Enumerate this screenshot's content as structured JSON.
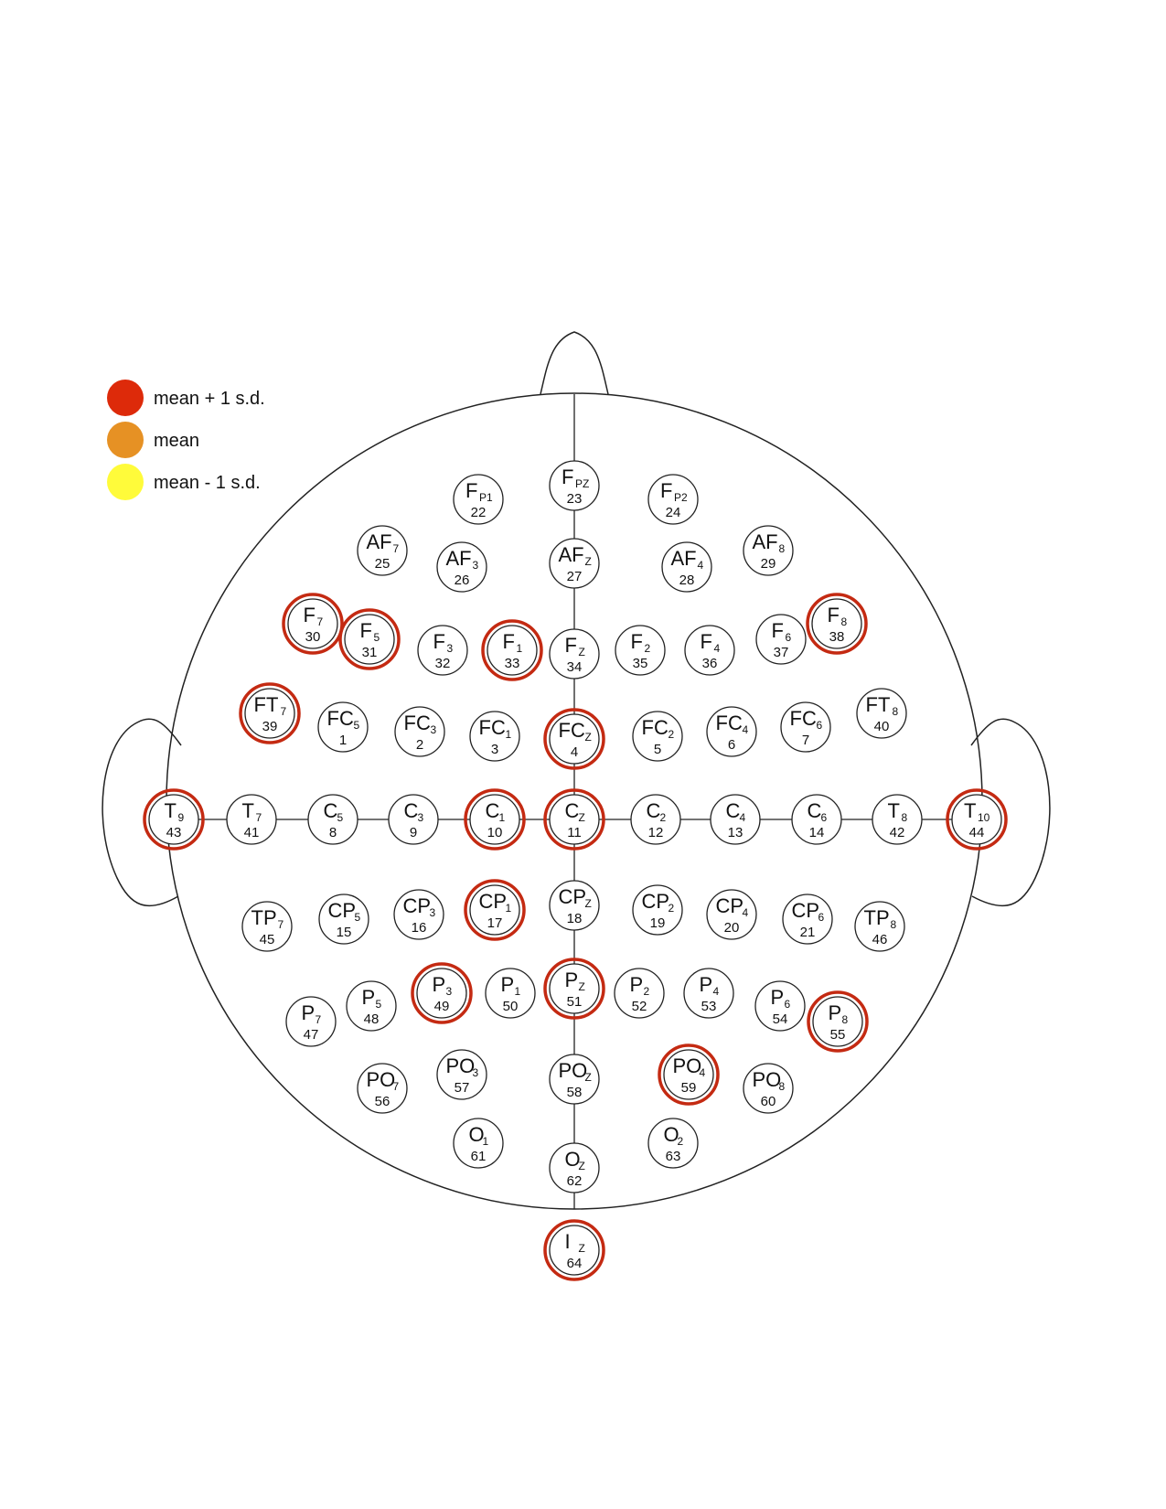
{
  "legend": {
    "items": [
      {
        "label": "mean + 1 s.d.",
        "color": "#dd2a0a"
      },
      {
        "label": "mean",
        "color": "#e69124"
      },
      {
        "label": "mean - 1 s.d.",
        "color": "#fffb3a"
      }
    ]
  },
  "highlight_color": "#c42a12",
  "electrodes": [
    {
      "base": "F",
      "sub": "P1",
      "num": "22",
      "highlighted": false
    },
    {
      "base": "F",
      "sub": "PZ",
      "num": "23",
      "highlighted": false
    },
    {
      "base": "F",
      "sub": "P2",
      "num": "24",
      "highlighted": false
    },
    {
      "base": "AF",
      "sub": "7",
      "num": "25",
      "highlighted": false
    },
    {
      "base": "AF",
      "sub": "3",
      "num": "26",
      "highlighted": false
    },
    {
      "base": "AF",
      "sub": "Z",
      "num": "27",
      "highlighted": false
    },
    {
      "base": "AF",
      "sub": "4",
      "num": "28",
      "highlighted": false
    },
    {
      "base": "AF",
      "sub": "8",
      "num": "29",
      "highlighted": false
    },
    {
      "base": "F",
      "sub": "7",
      "num": "30",
      "highlighted": true
    },
    {
      "base": "F",
      "sub": "5",
      "num": "31",
      "highlighted": true
    },
    {
      "base": "F",
      "sub": "3",
      "num": "32",
      "highlighted": false
    },
    {
      "base": "F",
      "sub": "1",
      "num": "33",
      "highlighted": true
    },
    {
      "base": "F",
      "sub": "Z",
      "num": "34",
      "highlighted": false
    },
    {
      "base": "F",
      "sub": "2",
      "num": "35",
      "highlighted": false
    },
    {
      "base": "F",
      "sub": "4",
      "num": "36",
      "highlighted": false
    },
    {
      "base": "F",
      "sub": "6",
      "num": "37",
      "highlighted": false
    },
    {
      "base": "F",
      "sub": "8",
      "num": "38",
      "highlighted": true
    },
    {
      "base": "FT",
      "sub": "7",
      "num": "39",
      "highlighted": true
    },
    {
      "base": "FC",
      "sub": "5",
      "num": "1",
      "highlighted": false
    },
    {
      "base": "FC",
      "sub": "3",
      "num": "2",
      "highlighted": false
    },
    {
      "base": "FC",
      "sub": "1",
      "num": "3",
      "highlighted": false
    },
    {
      "base": "FC",
      "sub": "Z",
      "num": "4",
      "highlighted": true
    },
    {
      "base": "FC",
      "sub": "2",
      "num": "5",
      "highlighted": false
    },
    {
      "base": "FC",
      "sub": "4",
      "num": "6",
      "highlighted": false
    },
    {
      "base": "FC",
      "sub": "6",
      "num": "7",
      "highlighted": false
    },
    {
      "base": "FT",
      "sub": "8",
      "num": "40",
      "highlighted": false
    },
    {
      "base": "T",
      "sub": "9",
      "num": "43",
      "highlighted": true
    },
    {
      "base": "T",
      "sub": "7",
      "num": "41",
      "highlighted": false
    },
    {
      "base": "C",
      "sub": "5",
      "num": "8",
      "highlighted": false
    },
    {
      "base": "C",
      "sub": "3",
      "num": "9",
      "highlighted": false
    },
    {
      "base": "C",
      "sub": "1",
      "num": "10",
      "highlighted": true
    },
    {
      "base": "C",
      "sub": "Z",
      "num": "11",
      "highlighted": true
    },
    {
      "base": "C",
      "sub": "2",
      "num": "12",
      "highlighted": false
    },
    {
      "base": "C",
      "sub": "4",
      "num": "13",
      "highlighted": false
    },
    {
      "base": "C",
      "sub": "6",
      "num": "14",
      "highlighted": false
    },
    {
      "base": "T",
      "sub": "8",
      "num": "42",
      "highlighted": false
    },
    {
      "base": "T",
      "sub": "10",
      "num": "44",
      "highlighted": true
    },
    {
      "base": "TP",
      "sub": "7",
      "num": "45",
      "highlighted": false
    },
    {
      "base": "CP",
      "sub": "5",
      "num": "15",
      "highlighted": false
    },
    {
      "base": "CP",
      "sub": "3",
      "num": "16",
      "highlighted": false
    },
    {
      "base": "CP",
      "sub": "1",
      "num": "17",
      "highlighted": true
    },
    {
      "base": "CP",
      "sub": "Z",
      "num": "18",
      "highlighted": false
    },
    {
      "base": "CP",
      "sub": "2",
      "num": "19",
      "highlighted": false
    },
    {
      "base": "CP",
      "sub": "4",
      "num": "20",
      "highlighted": false
    },
    {
      "base": "CP",
      "sub": "6",
      "num": "21",
      "highlighted": false
    },
    {
      "base": "TP",
      "sub": "8",
      "num": "46",
      "highlighted": false
    },
    {
      "base": "P",
      "sub": "7",
      "num": "47",
      "highlighted": false
    },
    {
      "base": "P",
      "sub": "5",
      "num": "48",
      "highlighted": false
    },
    {
      "base": "P",
      "sub": "3",
      "num": "49",
      "highlighted": true
    },
    {
      "base": "P",
      "sub": "1",
      "num": "50",
      "highlighted": false
    },
    {
      "base": "P",
      "sub": "Z",
      "num": "51",
      "highlighted": true
    },
    {
      "base": "P",
      "sub": "2",
      "num": "52",
      "highlighted": false
    },
    {
      "base": "P",
      "sub": "4",
      "num": "53",
      "highlighted": false
    },
    {
      "base": "P",
      "sub": "6",
      "num": "54",
      "highlighted": false
    },
    {
      "base": "P",
      "sub": "8",
      "num": "55",
      "highlighted": true
    },
    {
      "base": "PO",
      "sub": "7",
      "num": "56",
      "highlighted": false
    },
    {
      "base": "PO",
      "sub": "3",
      "num": "57",
      "highlighted": false
    },
    {
      "base": "PO",
      "sub": "Z",
      "num": "58",
      "highlighted": false
    },
    {
      "base": "PO",
      "sub": "4",
      "num": "59",
      "highlighted": true
    },
    {
      "base": "PO",
      "sub": "8",
      "num": "60",
      "highlighted": false
    },
    {
      "base": "O",
      "sub": "1",
      "num": "61",
      "highlighted": false
    },
    {
      "base": "O",
      "sub": "Z",
      "num": "62",
      "highlighted": false
    },
    {
      "base": "O",
      "sub": "2",
      "num": "63",
      "highlighted": false
    },
    {
      "base": "I",
      "sub": "Z",
      "num": "64",
      "highlighted": true
    }
  ]
}
